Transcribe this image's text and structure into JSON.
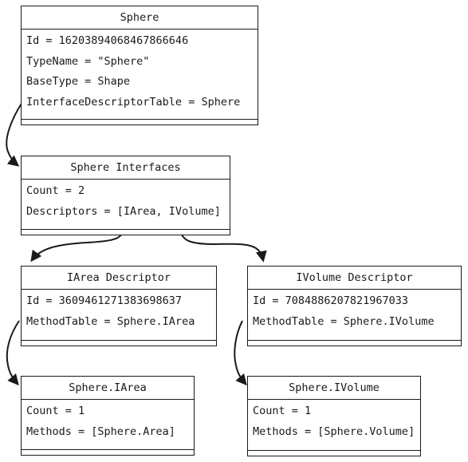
{
  "colors": {
    "stroke": "#1a1a1a",
    "background": "#ffffff"
  },
  "boxes": {
    "sphere": {
      "title": "Sphere",
      "rows": [
        "Id = 16203894068467866646",
        "TypeName = \"Sphere\"",
        "BaseType = Shape",
        "InterfaceDescriptorTable = Sphere"
      ]
    },
    "sphere_interfaces": {
      "title": "Sphere Interfaces",
      "rows": [
        "Count = 2",
        "Descriptors = [IArea, IVolume]"
      ]
    },
    "iarea_descriptor": {
      "title": "IArea Descriptor",
      "rows": [
        "Id = 3609461271383698637",
        "MethodTable = Sphere.IArea"
      ]
    },
    "ivolume_descriptor": {
      "title": "IVolume Descriptor",
      "rows": [
        "Id = 7084886207821967033",
        "MethodTable = Sphere.IVolume"
      ]
    },
    "sphere_iarea": {
      "title": "Sphere.IArea",
      "rows": [
        "Count = 1",
        "Methods = [Sphere.Area]"
      ]
    },
    "sphere_ivolume": {
      "title": "Sphere.IVolume",
      "rows": [
        "Count = 1",
        "Methods = [Sphere.Volume]"
      ]
    }
  }
}
